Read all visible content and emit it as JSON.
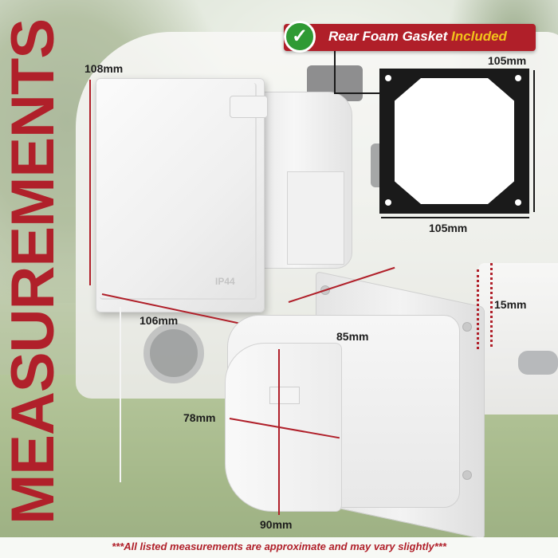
{
  "side_title": "MEASUREMENTS",
  "callout": {
    "text": "Rear Foam Gasket",
    "highlight": "Included",
    "icon": "check-icon",
    "badge_color": "#2f9a34",
    "banner_color": "#b01f29",
    "highlight_color": "#f2c21b"
  },
  "dimensions": {
    "front_height": "108mm",
    "front_width": "106mm",
    "gasket_height": "105mm",
    "gasket_width": "105mm",
    "plate_depth": "15mm",
    "box_depth": "85mm",
    "box_height": "78mm",
    "box_width": "90mm"
  },
  "product": {
    "ip_rating": "IP44"
  },
  "footer": "***All listed measurements are approximate and may vary slightly***",
  "colors": {
    "accent": "#b0202a",
    "gasket": "#1a1a1a"
  }
}
